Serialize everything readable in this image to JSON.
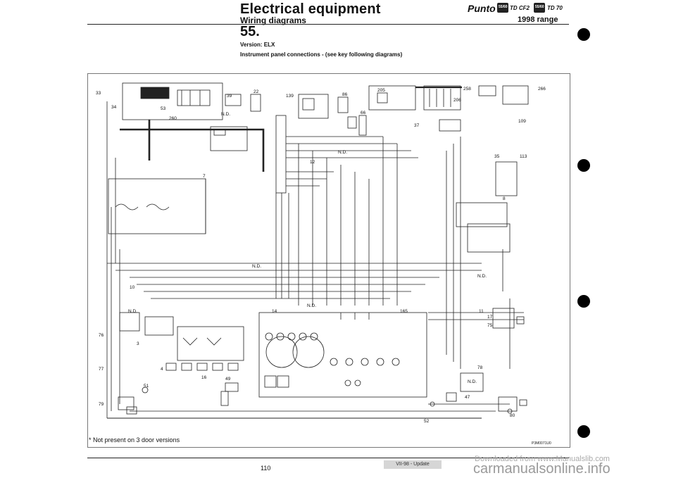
{
  "header": {
    "title": "Electrical equipment",
    "subtitle": "Wiring diagrams",
    "model": "Punto",
    "badge1": "55/60",
    "engine1": "TD CF2",
    "badge2": "55/60",
    "engine2": "TD 70",
    "range": "1998 range"
  },
  "section": {
    "number": "55.",
    "version": "Version: ELX",
    "description": "Instrument panel connections - (see key following diagrams)"
  },
  "diagram": {
    "labels": {
      "c33": "33",
      "c34": "34",
      "c53": "53",
      "c260": "260",
      "c39": "39",
      "c22": "22",
      "c139": "139",
      "c86": "86",
      "c66": "66",
      "c205": "205",
      "c258": "258",
      "c266": "266",
      "c206": "206",
      "c109": "109",
      "c37": "37",
      "c12": "12",
      "c35": "35",
      "c113": "113",
      "c8": "8",
      "c7": "7",
      "c10": "10",
      "c76": "76",
      "c3": "3",
      "c77": "77",
      "c79": "79",
      "c51": "51",
      "c4": "4",
      "c16": "16",
      "c49": "49",
      "c14": "14",
      "c165": "165",
      "c11": "11",
      "c17": "17",
      "c75": "75",
      "c78": "78",
      "c47": "47",
      "c52": "52",
      "c80": "80",
      "nd": "N.D."
    }
  },
  "footer": {
    "note": "* Not present on 3 door versions",
    "ref": "P3M0071U0",
    "page": "110",
    "update": "VII-98 - Update",
    "watermark_small": "Downloaded from www.Manualslib.com",
    "watermark_large": "carmanualsonline.info"
  }
}
